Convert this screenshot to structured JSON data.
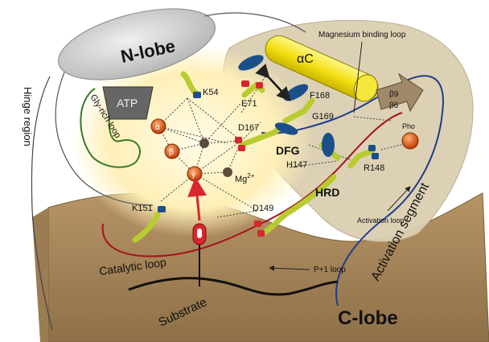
{
  "labels": {
    "n_lobe": "N-lobe",
    "c_lobe": "C-lobe",
    "hinge": "Hinge region",
    "gly_loop": "Gly-rich loop",
    "atp": "ATP",
    "k54": "K54",
    "e71": "E71",
    "f168": "F168",
    "g169": "G169",
    "d167": "D167",
    "dfg": "DFG",
    "h147": "H147",
    "r148": "R148",
    "hrd": "HRD",
    "d149": "D149",
    "k151": "K151",
    "alpha": "α",
    "beta": "β",
    "gamma": "γ",
    "mg": "Mg",
    "mg_sup": "2+",
    "alpha_c": "αC",
    "mg_loop": "Magnesium binding loop",
    "beta9": "β9",
    "beta6": "β6",
    "pho": "Pho",
    "activation_loop": "Activation loop",
    "activation_segment": "Activation segment",
    "p1_loop": "P+1 loop",
    "catalytic_loop": "Catalytic loop",
    "substrate": "Substrate"
  },
  "colors": {
    "c_lobe": "#a8865a",
    "n_lobe_region": "#d9ccb0",
    "glow": "#fff2c4",
    "ellipse": "#d4d4d4",
    "residue": "#b8cc30",
    "blue_cap": "#1a4f8a",
    "red_cap": "#d8262e",
    "phosphate": "#e0661e",
    "mg_ball": "#5a4c3c",
    "alpha_c": "#f4e51c",
    "loop_red": "#a4141e",
    "loop_blue": "#1e3c8c",
    "gly_green": "#3a7a28"
  }
}
